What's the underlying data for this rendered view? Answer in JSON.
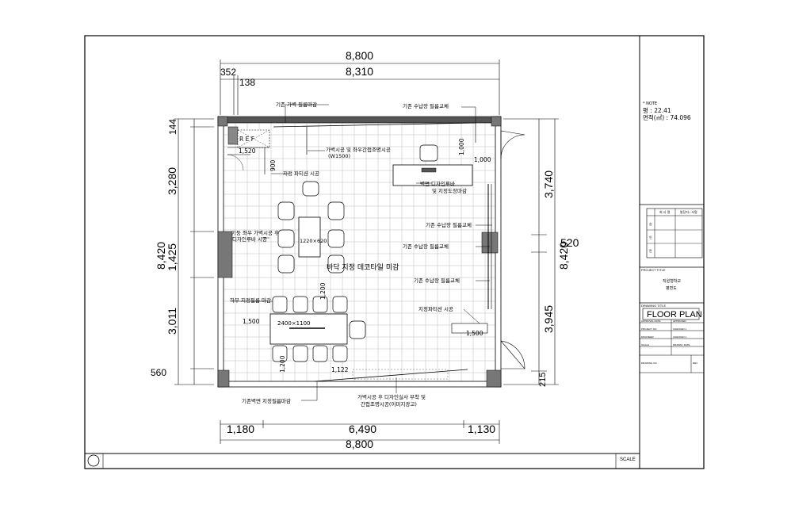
{
  "dims": {
    "top_total": "8,800",
    "top_inner": "8,310",
    "top_a": "352",
    "top_b": "138",
    "bottom_total": "8,800",
    "bottom_a": "1,180",
    "bottom_b": "6,490",
    "bottom_c": "1,130",
    "left_total": "8,420",
    "left_a": "144",
    "left_b": "3,280",
    "left_c": "1,425",
    "left_d": "3,011",
    "left_e": "560",
    "right_total": "8,420",
    "right_a": "3,740",
    "right_b": "520",
    "right_c": "3,945",
    "right_d": "215"
  },
  "callouts": {
    "c1": "기존 가벽 필름마감",
    "c2": "기존 수납장 필름교체",
    "c3": "가벽시공 및 좌우간접조명시공",
    "c3b": "(W1500)",
    "c4": "지정 파티션 시공",
    "c5": "벽면 디자인루바",
    "c5b": "및 지정도장마감",
    "c6": "기둥 좌우 가벽시공 후",
    "c6b": "디자인루바 시공",
    "c7": "기존 수납장 필름교체",
    "c8": "기존 수납장 필름교체",
    "c9": "기존 수납장 필름교체",
    "c10": "바닥 지정 데코타일 미감",
    "c11": "하부 지정필름 마감",
    "c12": "지정파티션 시공",
    "c13": "기존벽면 지정필름마감",
    "c14": "가벽시공 후 디자인실사 부착 및",
    "c14b": "간접조명시공(이미지광고)"
  },
  "plan_labels": {
    "ref": "R E F",
    "d1520": "1,520",
    "d900": "900",
    "d1000": "1,000",
    "d1000b": "1,000",
    "table1": "1220×620",
    "table2": "2400×1100",
    "d1200": "1,200",
    "d1500": "1,500",
    "d1200b": "1,200",
    "d1122": "1,122",
    "d1500b": "1,500"
  },
  "titleblock": {
    "note_title": "* NOTE",
    "note_line1": "평 : 22.41",
    "note_line2": "면적(㎡) : 74.096",
    "col1": "회 사 명",
    "col2": "발당자 / 서명",
    "r1": "승",
    "r2": "인",
    "r3": "란",
    "project_title_label": "PROJECT TITLE",
    "project_title": "직원형학교",
    "project_title2": "평면도",
    "drawing_title_label": "DRAWING TITLE",
    "drawing_title": "FLOOR PLAN",
    "approval_date": "APPROVAL DATE",
    "approved": "APPROVED",
    "project_no": "PROJECT NO.",
    "checked": "CHECKED 1",
    "engineer": "ENGINEER",
    "checked2": "CHECKED 1",
    "scale_label": "SCALE",
    "drawn": "DRAWN / DATE",
    "drawing_no": "DRAWING NO.",
    "rev": "REV.",
    "scale_bottom": "SCALE"
  }
}
